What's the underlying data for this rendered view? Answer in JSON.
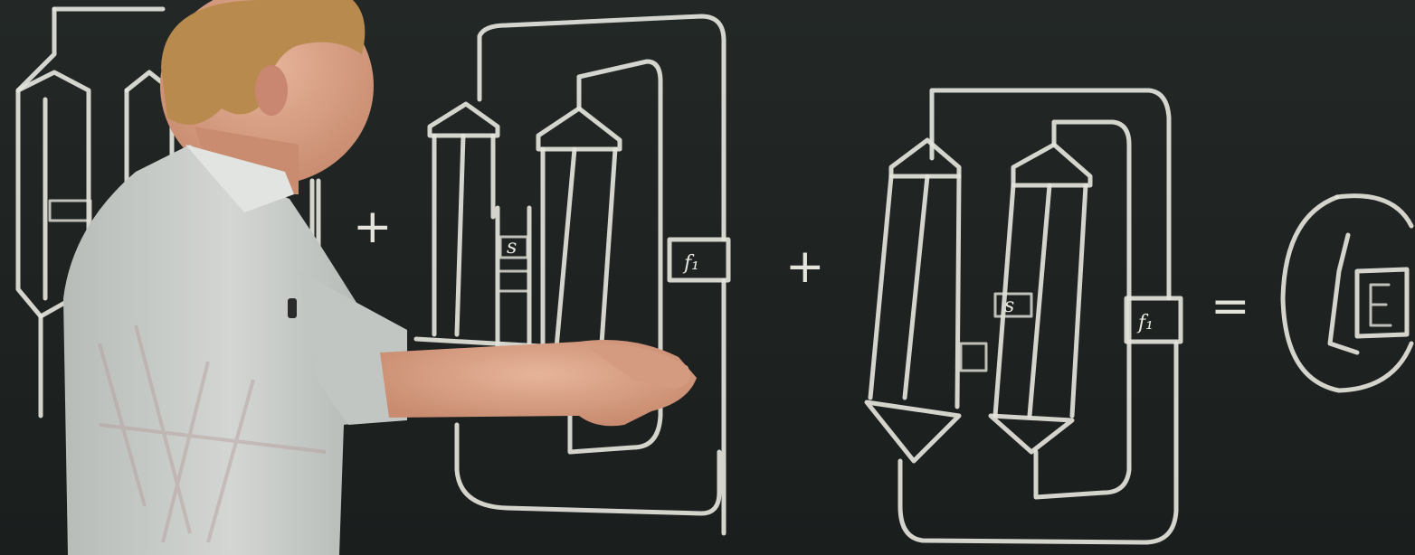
{
  "scene": {
    "description_tag": "lecture-blackboard",
    "board_color": "#1f2322",
    "chalk_color": "#e4e4dc",
    "shirt_color": "#c9cdc9",
    "hair_color": "#b98a4e",
    "skin_color": "#d9a58a"
  },
  "equation": {
    "plus_1": "+",
    "plus_2": "+",
    "equals": "=",
    "term2_label_inner": "s",
    "term2_label_side": "f₁",
    "term3_label_inner": "s",
    "term3_label_side": "f₁",
    "result_label": "E"
  }
}
